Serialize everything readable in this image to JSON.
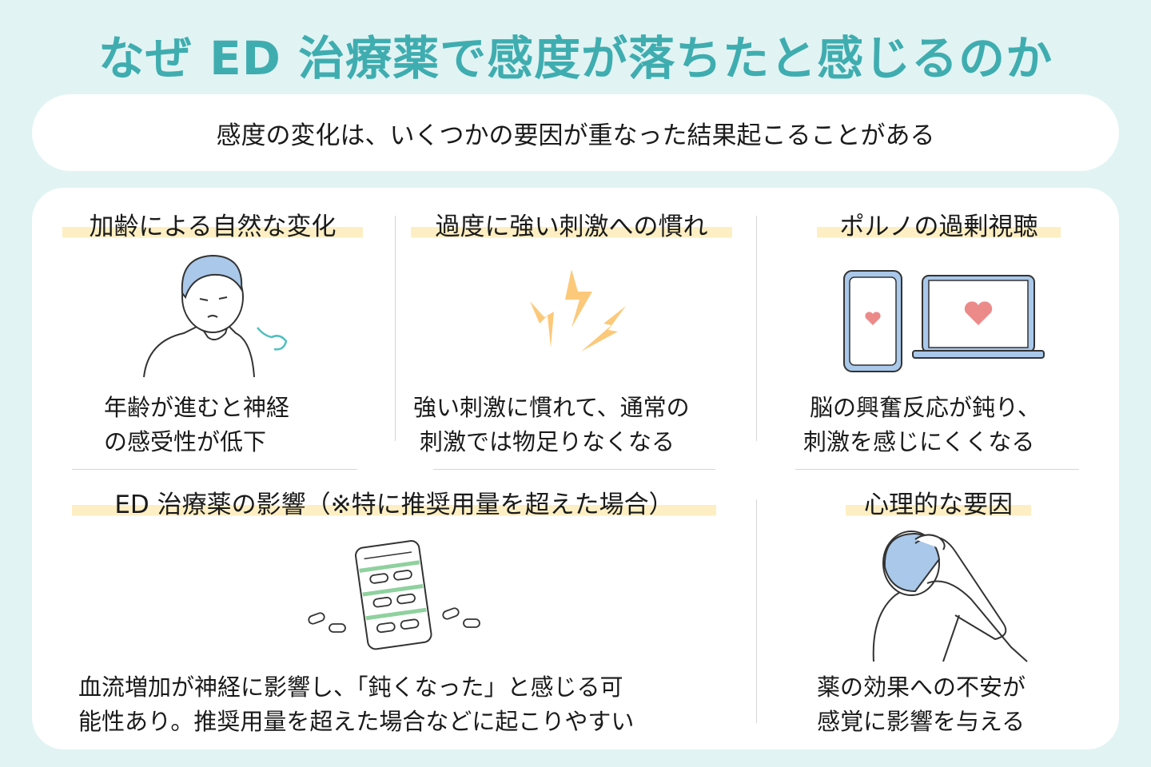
{
  "title": "なぜ ED 治療薬で感度が落ちたと感じるのか",
  "subtitle": "感度の変化は、いくつかの要因が重なった結果起こることがある",
  "cards": [
    {
      "heading": "加齢による自然な変化",
      "lines": [
        "年齢が進むと神経",
        "の感受性が低下"
      ],
      "icon": "aging-man-icon"
    },
    {
      "heading": "過度に強い刺激への慣れ",
      "lines": [
        "強い刺激に慣れて、通常の",
        "刺激では物足りなくなる"
      ],
      "icon": "lightning-icon"
    },
    {
      "heading": "ポルノの過剰視聴",
      "lines": [
        "脳の興奮反応が鈍り、",
        "刺激を感じにくくなる"
      ],
      "icon": "phone-laptop-heart-icon"
    },
    {
      "heading": "ED 治療薬の影響（※特に推奨用量を超えた場合）",
      "lines": [
        "血流増加が神経に影響し、「鈍くなった」と感じる可",
        "能性あり。推奨用量を超えた場合などに起こりやすい"
      ],
      "icon": "pill-pack-icon"
    },
    {
      "heading": "心理的な要因",
      "lines": [
        "薬の効果への不安が",
        "感覚に影響を与える"
      ],
      "icon": "worried-man-icon"
    }
  ],
  "colors": {
    "accent": "#3fadb0",
    "highlight": "#fdefc3",
    "background": "#e1f3f3"
  }
}
